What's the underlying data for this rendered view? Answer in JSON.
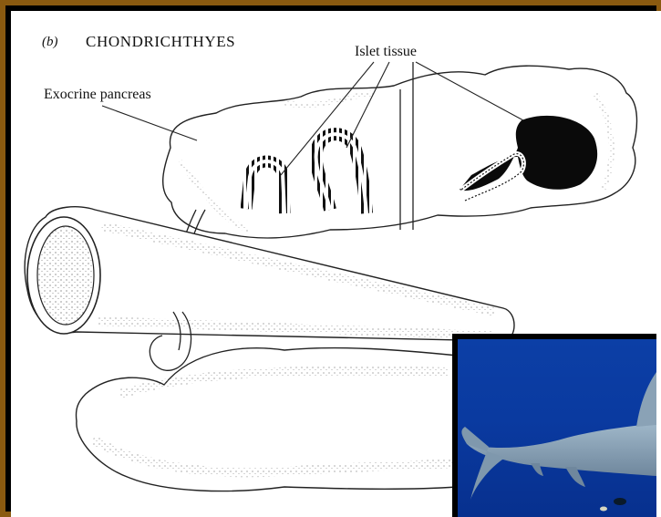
{
  "figure": {
    "part_label": "(b)",
    "title": "CHONDRICHTHYES"
  },
  "labels": {
    "exocrine": "Exocrine pancreas",
    "islet": "Islet tissue"
  },
  "photo": {
    "icon": "shark-photo",
    "water_color": "#0b3da3"
  }
}
